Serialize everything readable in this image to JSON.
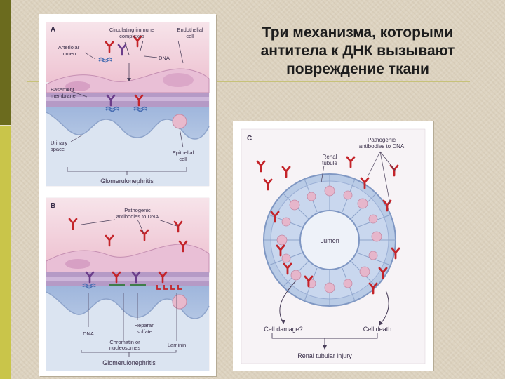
{
  "title_lines": [
    "Три механизма, которыми",
    "антитела к ДНК вызывают",
    "повреждение ткани"
  ],
  "panel_a": {
    "letter": "A",
    "labels": {
      "complexes_1": "Circulating immune",
      "complexes_2": "complexes",
      "endothelial_1": "Endothelial",
      "endothelial_2": "cell",
      "arteriolar_1": "Arteriolar",
      "arteriolar_2": "lumen",
      "dna": "DNA",
      "basement_1": "Basement",
      "basement_2": "membrane",
      "urinary_1": "Urinary",
      "urinary_2": "space",
      "epithelial_1": "Epithelial",
      "epithelial_2": "cell",
      "caption": "Glomerulonephritis"
    }
  },
  "panel_b": {
    "letter": "B",
    "labels": {
      "pathogenic_1": "Pathogenic",
      "pathogenic_2": "antibodies to DNA",
      "dna": "DNA",
      "heparan_1": "Heparan",
      "heparan_2": "sulfate",
      "chromatin_1": "Chromatin or",
      "chromatin_2": "nucleosomes",
      "laminin": "Laminin",
      "caption": "Glomerulonephritis"
    }
  },
  "panel_c": {
    "letter": "C",
    "labels": {
      "renal_1": "Renal",
      "renal_2": "tubule",
      "pathogenic_1": "Pathogenic",
      "pathogenic_2": "antibodies to DNA",
      "lumen": "Lumen",
      "cell_damage": "Cell damage?",
      "cell_death": "Cell death",
      "caption": "Renal tubular injury"
    }
  },
  "colors": {
    "lumen_pink": "#f2d2dc",
    "endothelium": "#d6a7c7",
    "membrane": "#b59ac6",
    "epithelium": "#b9cbe6",
    "urinary_blue": "#dbe4f1",
    "antibody_red": "#c4242a",
    "antibody_purple": "#6b3d8a"
  }
}
